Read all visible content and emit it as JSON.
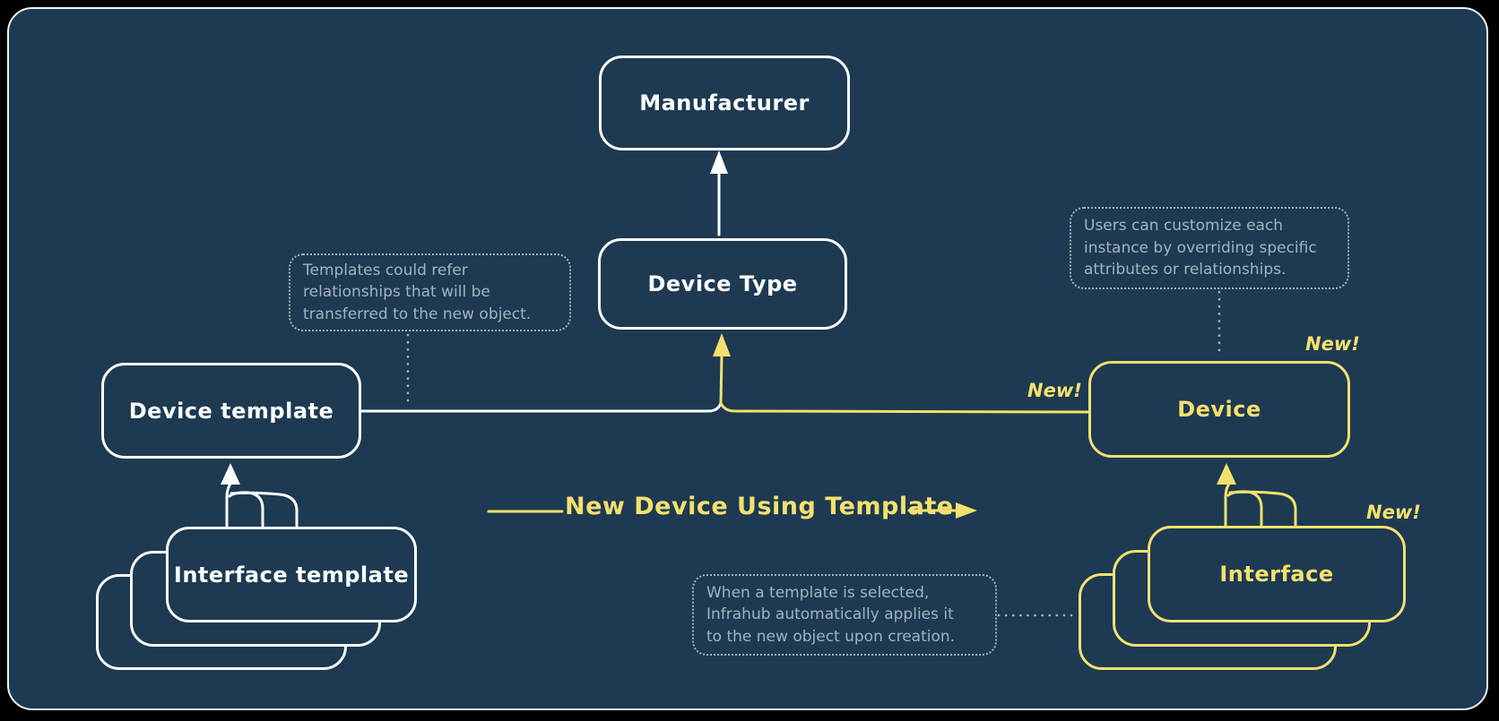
{
  "colors": {
    "page_background": "#000000",
    "canvas_background": "#1d3a52",
    "primary_stroke": "#fdfdfd",
    "accent_yellow": "#f4e06e",
    "muted_slate": "#a4b2bd"
  },
  "diagram": {
    "nodes": {
      "manufacturer": {
        "label": "Manufacturer"
      },
      "device_type": {
        "label": "Device Type"
      },
      "device_template": {
        "label": "Device template"
      },
      "interface_template": {
        "label": "Interface template"
      },
      "device": {
        "label": "Device"
      },
      "interface": {
        "label": "Interface"
      }
    },
    "annotations": {
      "templates_note": {
        "lines": [
          "Templates could refer",
          "relationships that will be",
          "transferred to the new object."
        ]
      },
      "users_note": {
        "lines": [
          "Users can customize each",
          "instance by overriding specific",
          "attributes or relationships."
        ]
      },
      "apply_note": {
        "lines": [
          "When a template is selected,",
          "Infrahub automatically applies it",
          "to the new object upon creation."
        ]
      }
    },
    "labels": {
      "flow_arrow": "New Device Using Template",
      "new_badge_flow": "New!",
      "new_badge_device": "New!",
      "new_badge_interface": "New!"
    }
  }
}
